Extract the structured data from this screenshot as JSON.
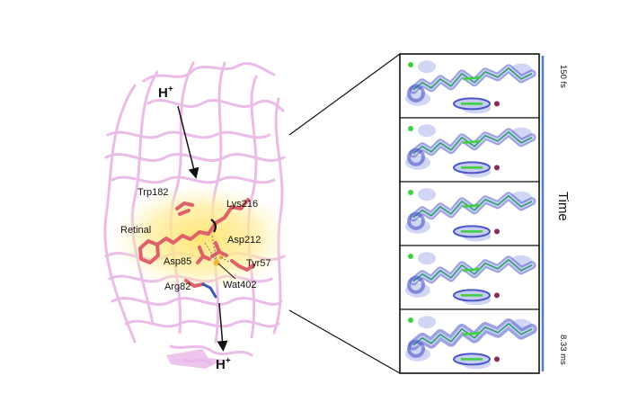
{
  "protein": {
    "proton_in": {
      "base": "H",
      "charge": "+"
    },
    "proton_out": {
      "base": "H",
      "charge": "+"
    },
    "labels": {
      "trp182": "Trp182",
      "lys216": "Lys216",
      "retinal": "Retinal",
      "asp212": "Asp212",
      "asp85": "Asp85",
      "tyr57": "Tyr57",
      "arg82": "Arg82",
      "wat402": "Wat402"
    }
  },
  "timeline": {
    "start": "150 fs",
    "end": "8.33 ms",
    "axis_label": "Time",
    "frame_count": 5
  },
  "colors": {
    "helix": "#e9b5e6",
    "highlight": "#ffe36a",
    "residue": "#e0606a",
    "density_mesh": "#4a55c8",
    "density_fill": "#c7ccf2",
    "positive_density": "#3ed03e",
    "time_axis": "#4d7cc9"
  }
}
